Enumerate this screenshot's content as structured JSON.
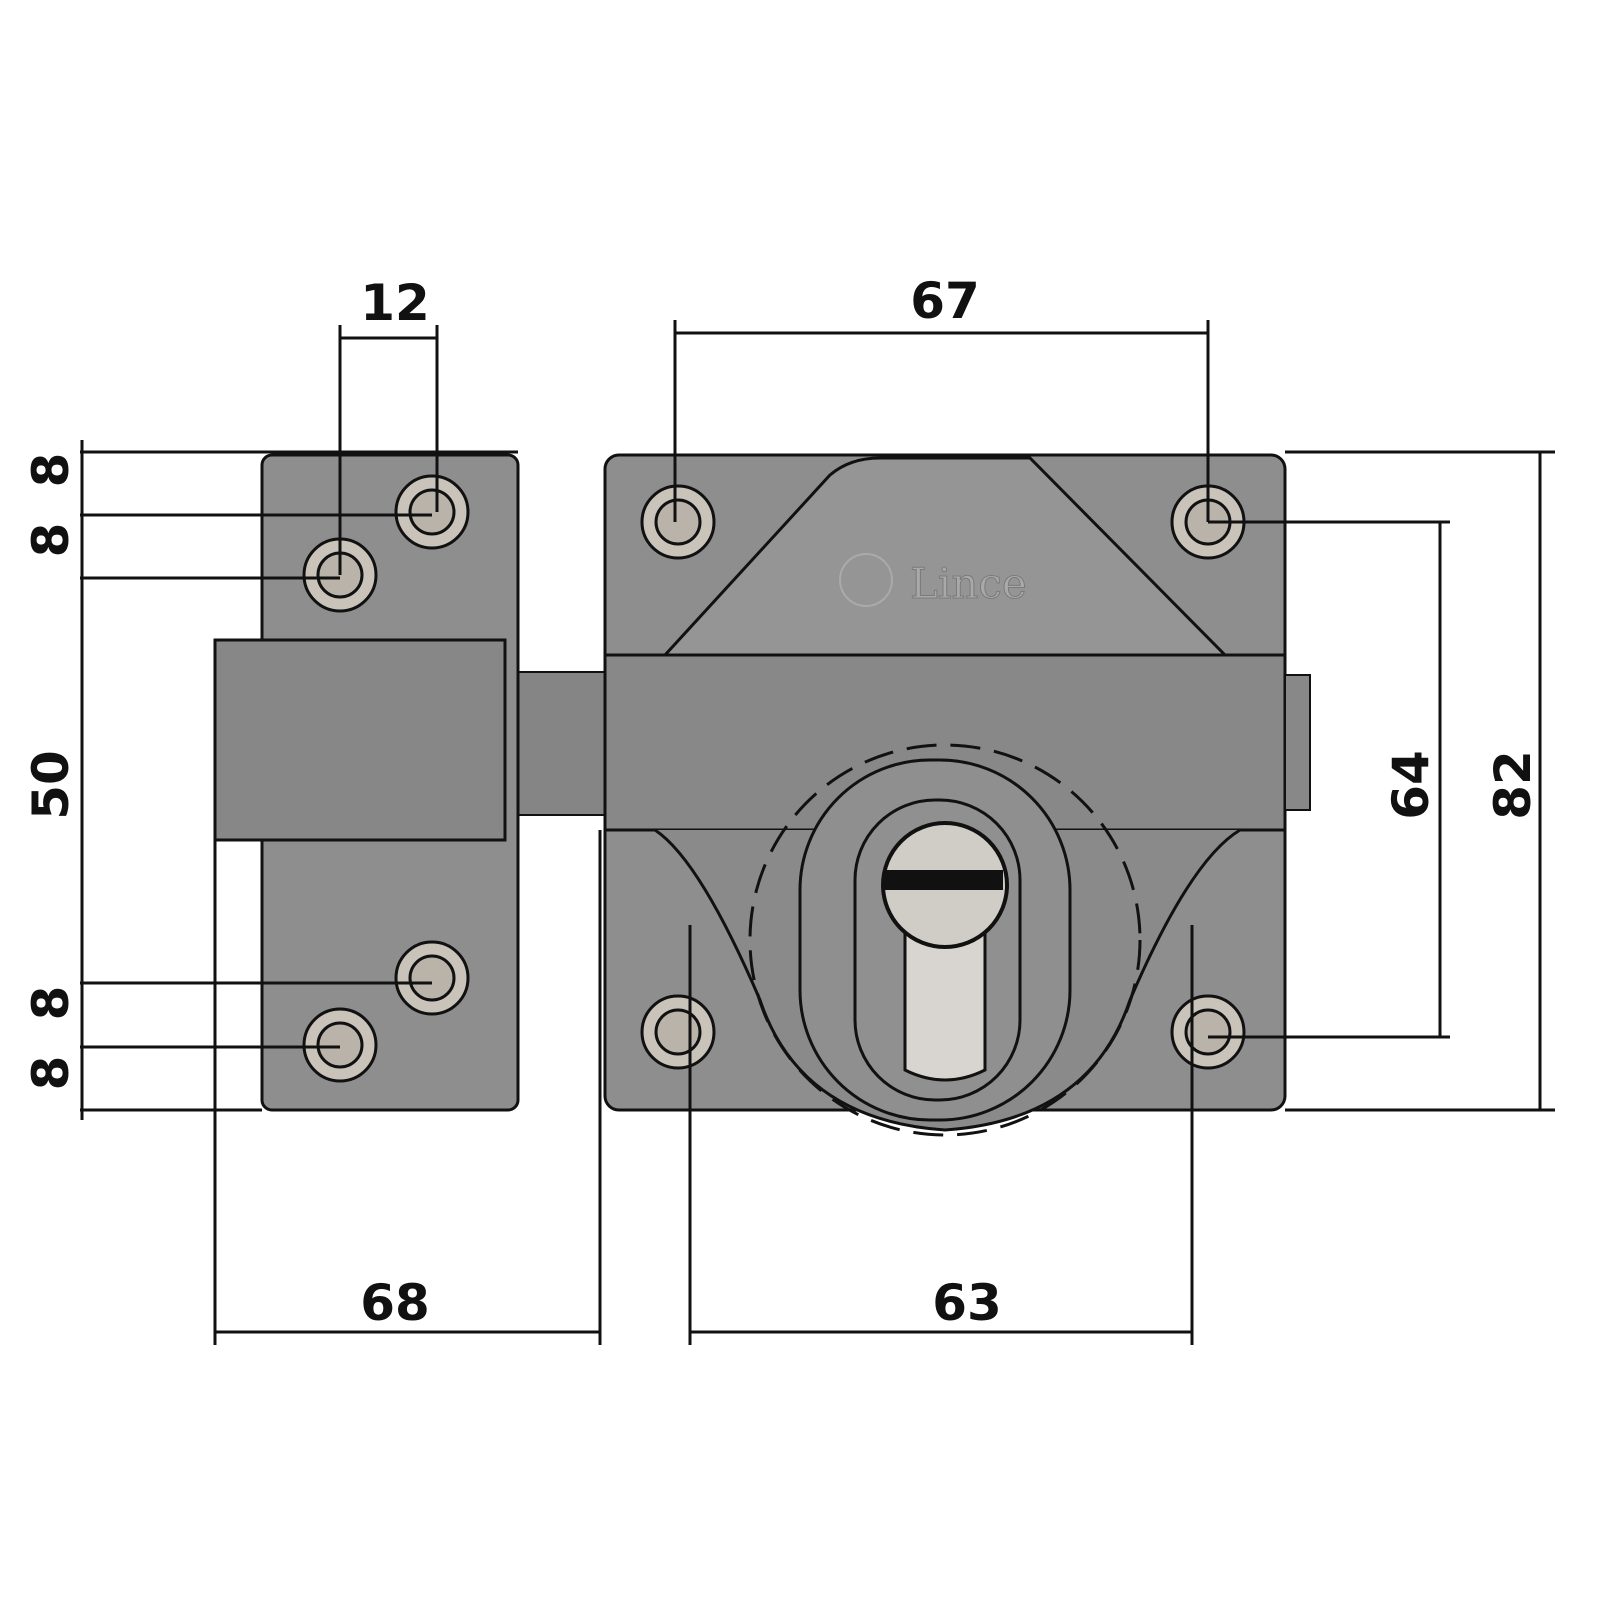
{
  "brand_logo": "Lince",
  "colors": {
    "body": "#8e8e8e",
    "bolt": "#858585",
    "screw": "#c9c3ba",
    "line": "#111111"
  },
  "dimensions": {
    "hole_spacing_horizontal_left": "12",
    "hole_spacing_right_top": "67",
    "left_top_offset_1": "8",
    "left_top_offset_2": "8",
    "left_middle": "50",
    "left_bottom_offset_1": "8",
    "left_bottom_offset_2": "8",
    "right_hole_vertical": "64",
    "right_overall_height": "82",
    "left_overall_width": "68",
    "right_hole_spacing_bottom": "63"
  }
}
